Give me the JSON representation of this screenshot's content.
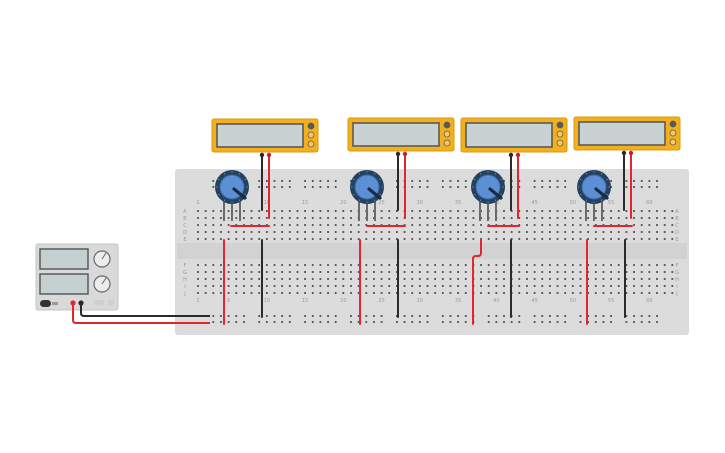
{
  "circuit": {
    "breadboard": {
      "column_numbers": [
        "1",
        "5",
        "10",
        "15",
        "20",
        "25",
        "30",
        "35",
        "40",
        "45",
        "50",
        "55",
        "60"
      ],
      "row_letters_top": [
        "A",
        "B",
        "C",
        "D",
        "E"
      ],
      "row_letters_bottom": [
        "F",
        "G",
        "H",
        "I",
        "J"
      ]
    },
    "multimeters": [
      {
        "name": "multimeter-1",
        "reading": ""
      },
      {
        "name": "multimeter-2",
        "reading": ""
      },
      {
        "name": "multimeter-3",
        "reading": ""
      },
      {
        "name": "multimeter-4",
        "reading": ""
      }
    ],
    "potentiometers": [
      "potentiometer-1",
      "potentiometer-2",
      "potentiometer-3",
      "potentiometer-4"
    ],
    "power_supply": {
      "display_voltage": "",
      "display_current": "",
      "knob_labels": [
        "",
        ""
      ]
    },
    "colors": {
      "multimeter_body": "#f2b01e",
      "multimeter_screen": "#c9d2d3",
      "breadboard": "#dcdcdc",
      "wire_red": "#e3262d",
      "wire_black": "#2a2a2a",
      "pot_knob": "#5d8fd4",
      "pot_ring": "#24415f"
    }
  }
}
